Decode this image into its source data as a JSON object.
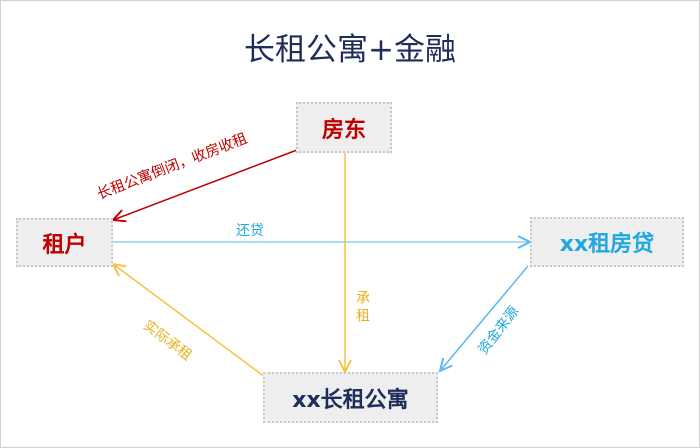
{
  "title": "长租公寓+金融",
  "nodes": {
    "landlord": "房东",
    "tenant": "租户",
    "loan": "xx租房贷",
    "apartment": "xx长租公寓"
  },
  "edges": {
    "landlord_to_tenant": "长租公寓倒闭，收房收租",
    "tenant_to_loan": "还贷",
    "landlord_to_apartment": "承租",
    "apartment_to_tenant": "实际承租",
    "loan_to_apartment": "资金来源"
  },
  "colors": {
    "red": "#c00000",
    "blue": "#5bb8f0",
    "orange": "#f5c242",
    "title": "#1f2d5a"
  }
}
